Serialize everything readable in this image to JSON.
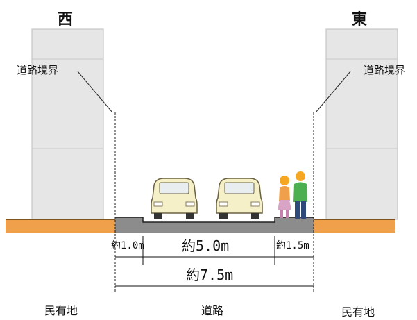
{
  "directions": {
    "west": "西",
    "east": "東"
  },
  "boundary_label": "道路境界",
  "dimensions": {
    "left_shoulder": "約1.0m",
    "carriageway": "約5.0m",
    "right_sidewalk": "約1.5m",
    "total": "約7.5m"
  },
  "zones": {
    "private_left": "民有地",
    "road": "道路",
    "private_right": "民有地"
  },
  "colors": {
    "building": "#e6e6e6",
    "ground": "#f0a04b",
    "road_surface": "#8c8c8c",
    "car_body": "#f5f0c8",
    "line": "#111111"
  },
  "icons": [
    "car-icon",
    "car-icon",
    "pedestrian-woman-icon",
    "pedestrian-man-icon"
  ]
}
